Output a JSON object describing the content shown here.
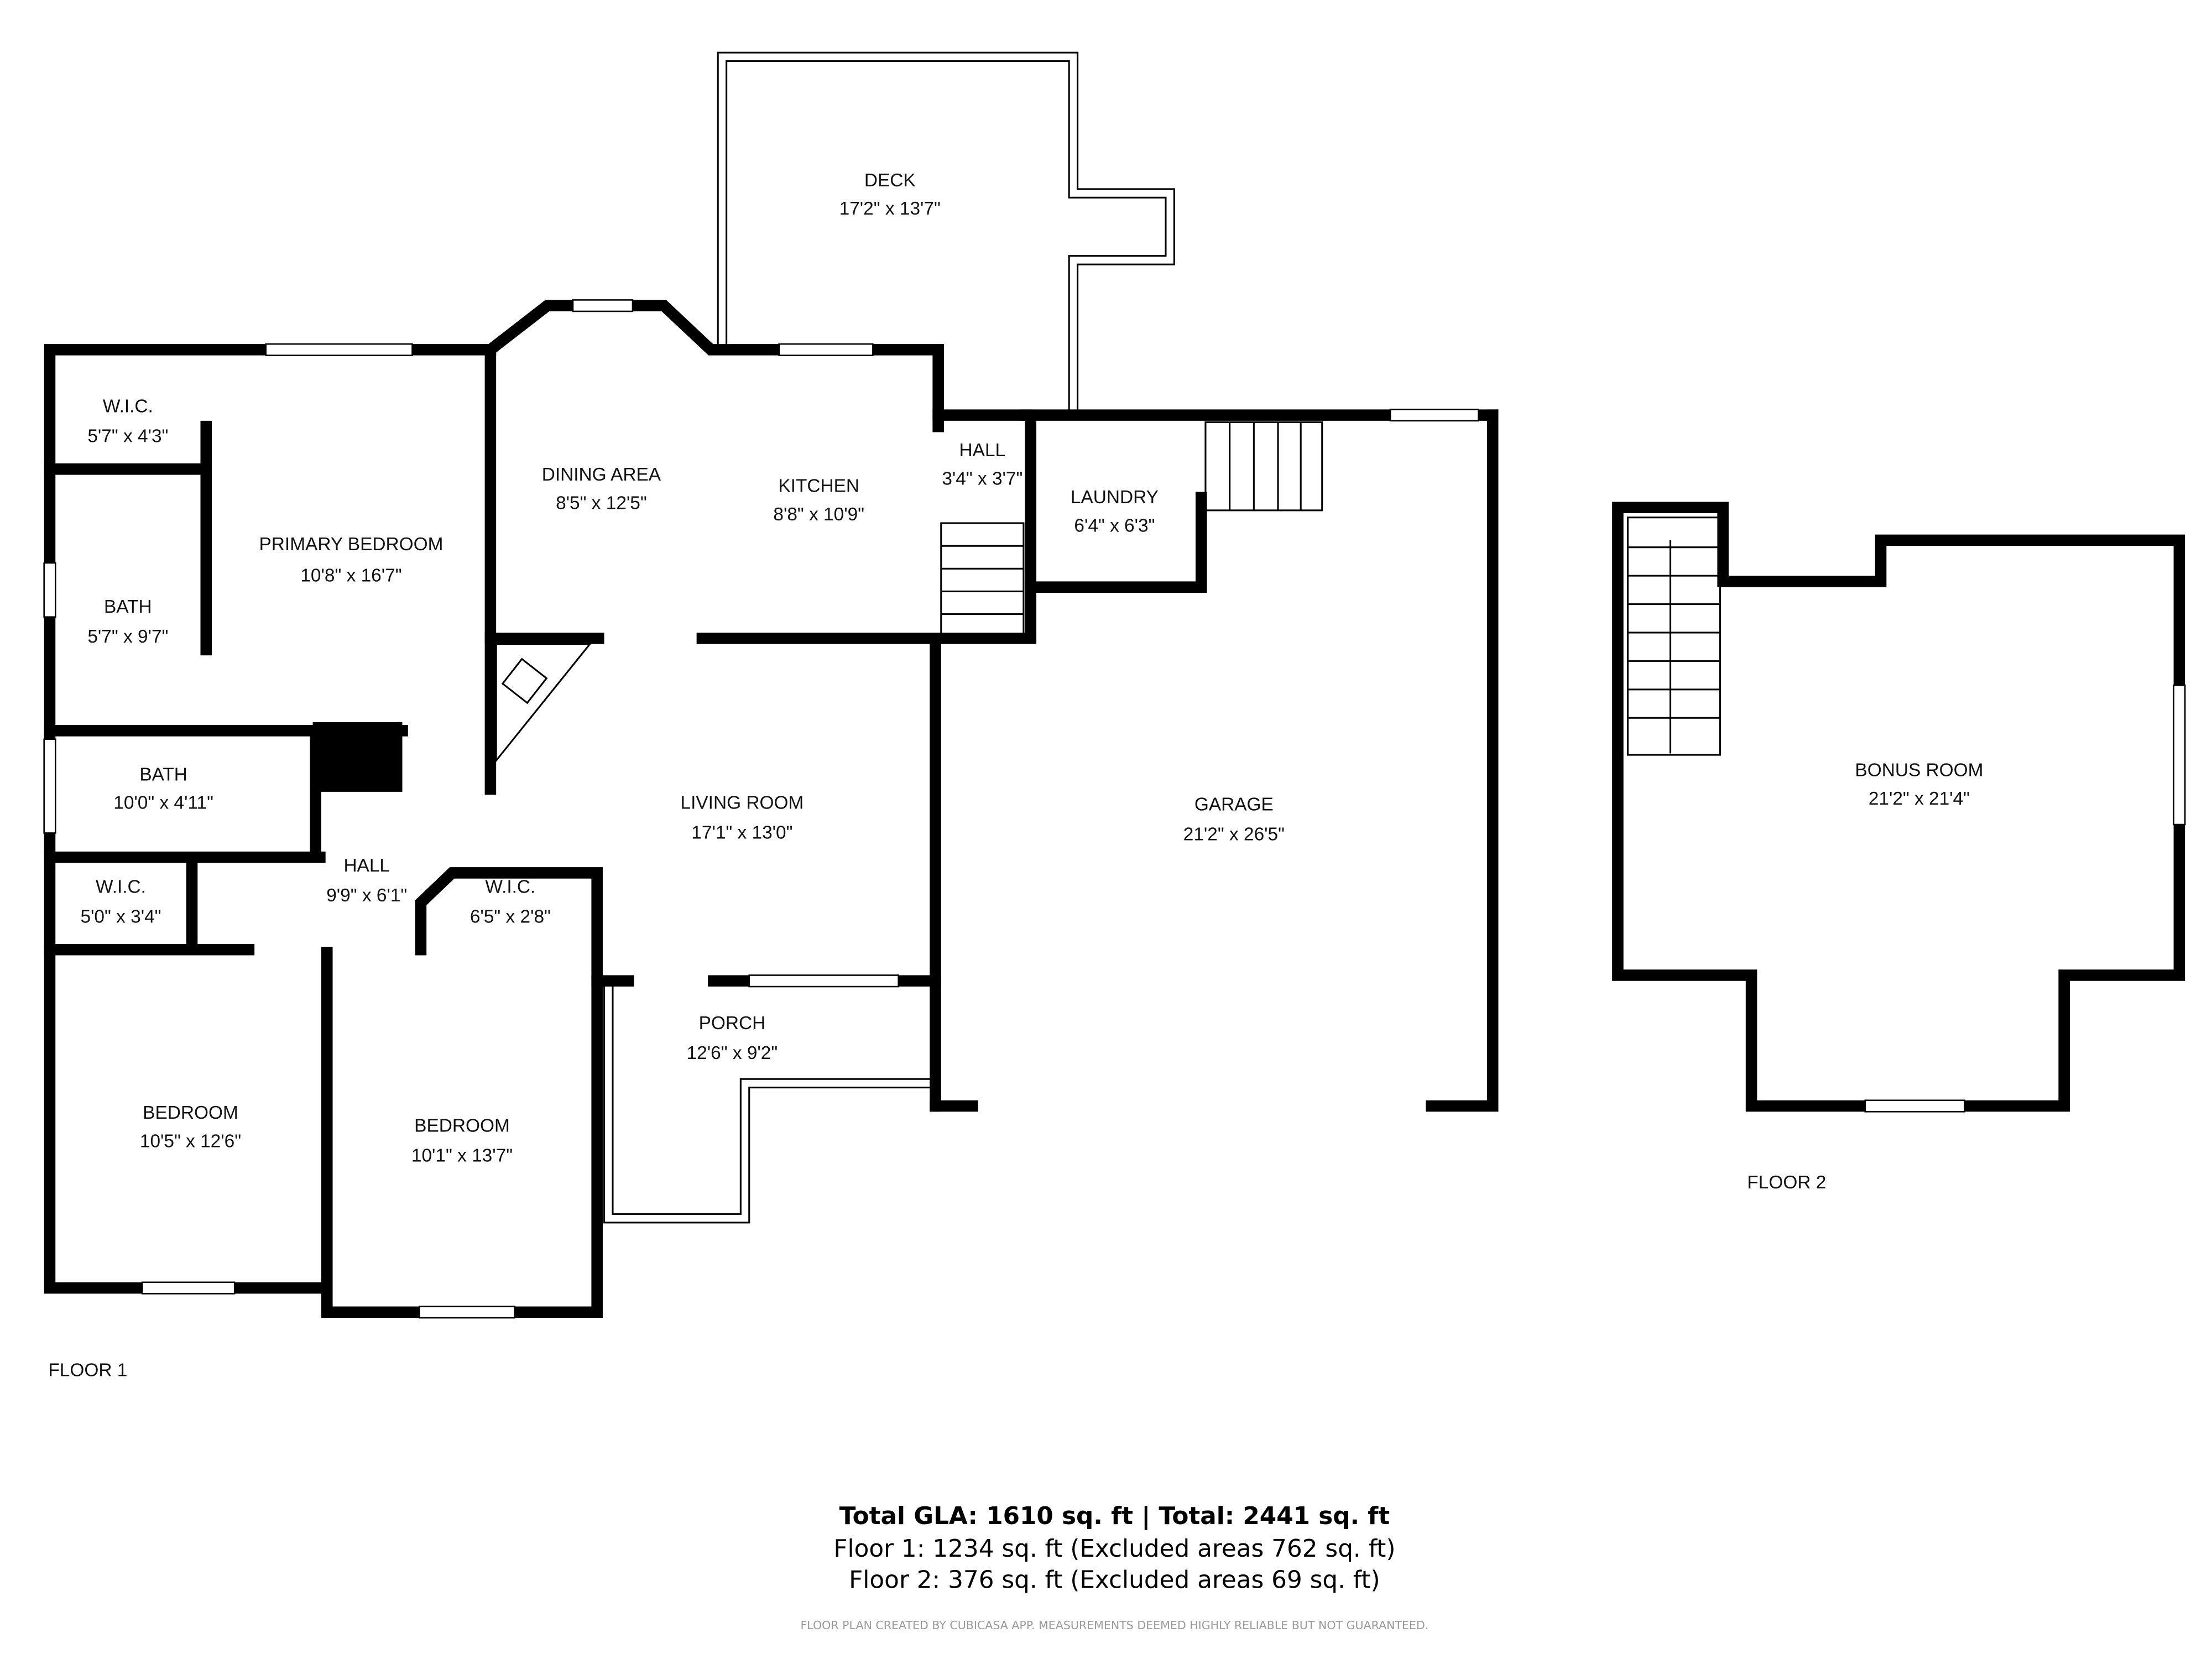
{
  "floors": [
    {
      "label": "FLOOR 1",
      "rooms": [
        {
          "name": "DECK",
          "size": "17'2\" x 13'7\""
        },
        {
          "name": "W.I.C.",
          "size": "5'7\" x 4'3\""
        },
        {
          "name": "PRIMARY BEDROOM",
          "size": "10'8\" x 16'7\""
        },
        {
          "name": "DINING AREA",
          "size": "8'5\" x 12'5\""
        },
        {
          "name": "KITCHEN",
          "size": "8'8\" x 10'9\""
        },
        {
          "name": "HALL",
          "size": "3'4\" x 3'7\""
        },
        {
          "name": "LAUNDRY",
          "size": "6'4\" x 6'3\""
        },
        {
          "name": "BATH",
          "size": "5'7\" x 9'7\""
        },
        {
          "name": "BATH",
          "size": "10'0\" x 4'11\""
        },
        {
          "name": "LIVING ROOM",
          "size": "17'1\" x 13'0\""
        },
        {
          "name": "GARAGE",
          "size": "21'2\" x 26'5\""
        },
        {
          "name": "HALL",
          "size": "9'9\" x 6'1\""
        },
        {
          "name": "W.I.C.",
          "size": "5'0\" x 3'4\""
        },
        {
          "name": "W.I.C.",
          "size": "6'5\" x 2'8\""
        },
        {
          "name": "PORCH",
          "size": "12'6\" x 9'2\""
        },
        {
          "name": "BEDROOM",
          "size": "10'5\" x 12'6\""
        },
        {
          "name": "BEDROOM",
          "size": "10'1\" x 13'7\""
        }
      ]
    },
    {
      "label": "FLOOR 2",
      "rooms": [
        {
          "name": "BONUS ROOM",
          "size": "21'2\" x 21'4\""
        }
      ]
    }
  ],
  "summary": {
    "total": "Total GLA: 1610 sq. ft | Total: 2441 sq. ft",
    "floor1": "Floor 1: 1234 sq. ft (Excluded areas 762 sq. ft)",
    "floor2": "Floor 2: 376 sq. ft (Excluded areas 69 sq. ft)",
    "disclaimer": "FLOOR PLAN CREATED BY CUBICASA APP. MEASUREMENTS DEEMED HIGHLY RELIABLE BUT NOT GUARANTEED."
  }
}
